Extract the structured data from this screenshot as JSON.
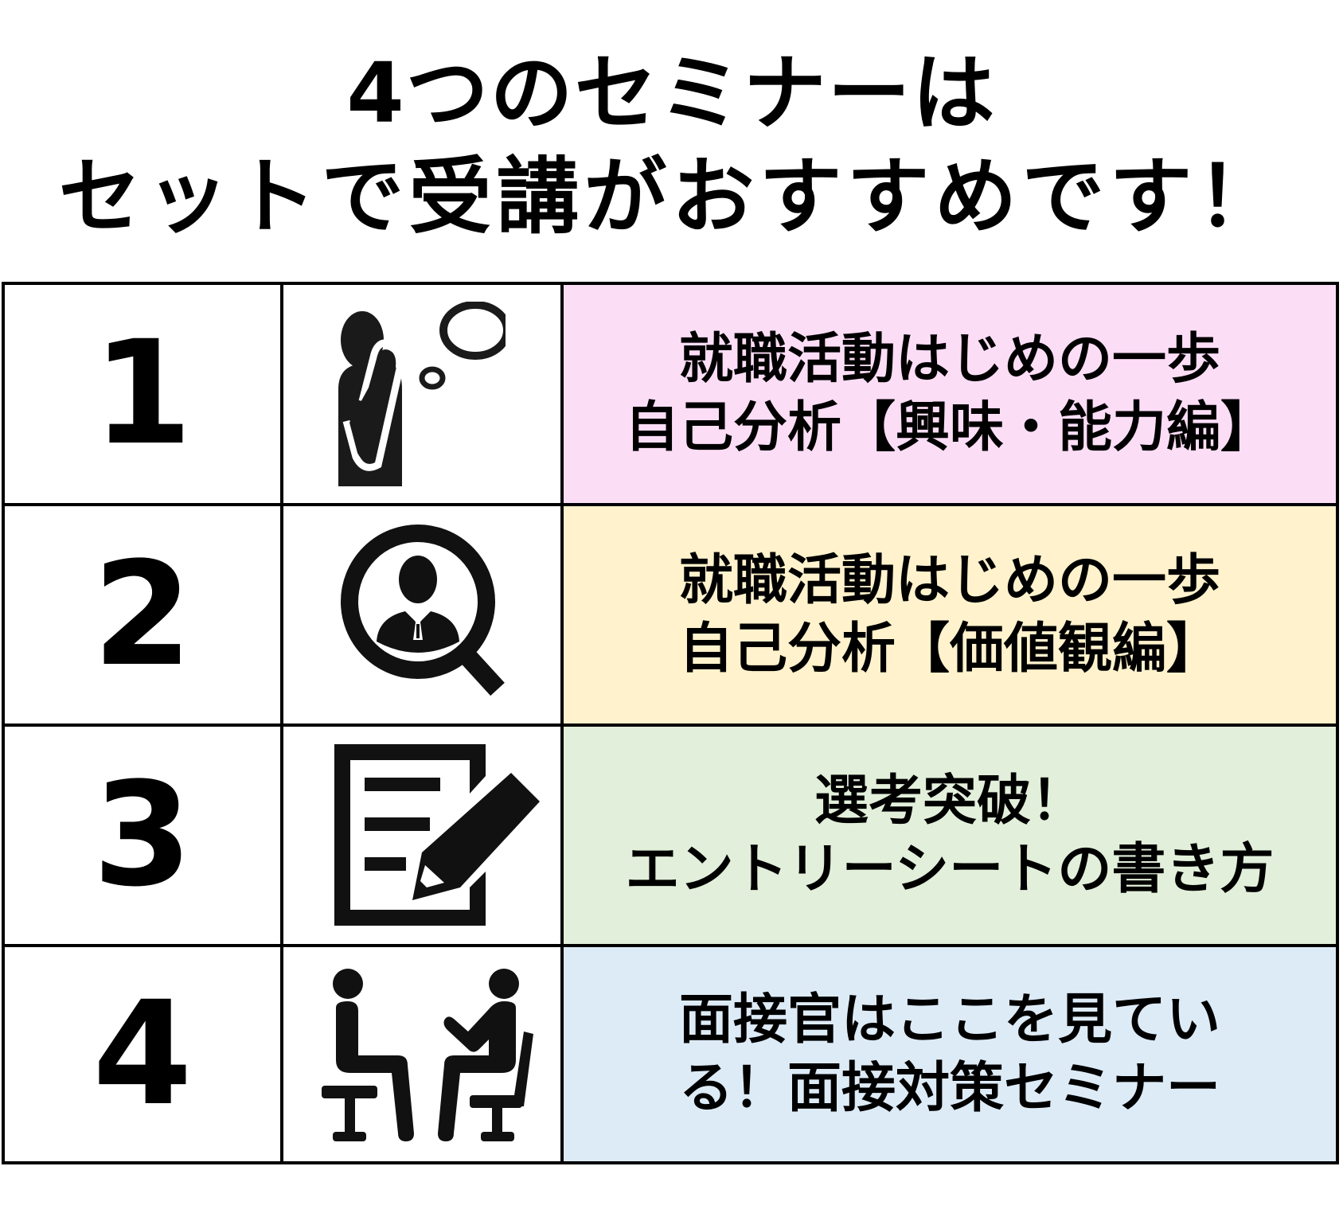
{
  "title": {
    "line1": "4つのセミナーは",
    "line2": "セットで受講がおすすめです！"
  },
  "seminars": [
    {
      "number": "1",
      "icon": "thinking-person-icon",
      "background": "#FCDDF6",
      "line1": "就職活動はじめの一歩",
      "line2": "自己分析【興味・能力編】"
    },
    {
      "number": "2",
      "icon": "magnifier-person-icon",
      "background": "#FFF2CC",
      "line1": "就職活動はじめの一歩",
      "line2": "自己分析【価値観編】"
    },
    {
      "number": "3",
      "icon": "document-pencil-icon",
      "background": "#E2EFDA",
      "line1": "選考突破！",
      "line2": "エントリーシートの書き方"
    },
    {
      "number": "4",
      "icon": "interview-icon",
      "background": "#DDEBF7",
      "line1": "面接官はここを見てい",
      "line2": "る！面接対策セミナー"
    }
  ]
}
